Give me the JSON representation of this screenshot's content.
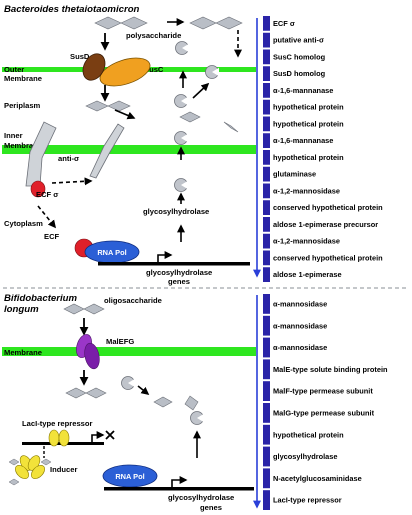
{
  "sections": {
    "bt": {
      "title": "Bacteroides thetaiotaomicron",
      "labels": {
        "polysaccharide": "polysaccharide",
        "outer_membrane_1": "Outer",
        "outer_membrane_2": "Membrane",
        "susd": "SusD",
        "susc": "SusC",
        "periplasm": "Periplasm",
        "inner_membrane_1": "Inner",
        "inner_membrane_2": "Membrane",
        "anti_sigma": "anti-σ",
        "ecf_sigma": "ECF σ",
        "cytoplasm": "Cytoplasm",
        "ecf": "ECF",
        "rna_pol": "RNA Pol",
        "glycosylhydrolase": "glycosylhydrolase",
        "genes_1": "glycosylhydrolase",
        "genes_2": "genes"
      },
      "genes": [
        "ECF σ",
        "putative anti-σ",
        "SusC homolog",
        "SusD homolog",
        "α-1,6-mannanase",
        "hypothetical protein",
        "hypothetical protein",
        "α-1,6-mannanase",
        "hypothetical protein",
        "glutaminase",
        "α-1,2-mannosidase",
        "conserved hypothetical protein",
        "aldose 1-epimerase precursor",
        "α-1,2-mannosidase",
        "conserved hypothetical protein",
        "aldose 1-epimerase"
      ]
    },
    "bl": {
      "title_1": "Bifidobacterium",
      "title_2": "longum",
      "labels": {
        "oligosaccharide": "oligosaccharide",
        "membrane": "Membrane",
        "malefg": "MalEFG",
        "laci": "LacI-type repressor",
        "inducer": "Inducer",
        "rna_pol": "RNA Pol",
        "genes_1": "glycosylhydrolase",
        "genes_2": "genes"
      },
      "genes": [
        "α-mannosidase",
        "α-mannosidase",
        "α-mannosidase",
        "MalE-type solute binding protein",
        "MalF-type permease subunit",
        "MalG-type permease subunit",
        "hypothetical protein",
        "glycosylhydrolase",
        "N-acetylglucosaminidase",
        "LacI-type repressor"
      ]
    }
  },
  "colors": {
    "membrane": "#2ee61f",
    "gene_block": "#2a24a8",
    "susd": "#7a3e12",
    "susc": "#f0a020",
    "anti_sigma": "#cfd3d8",
    "ecf_sigma": "#e0202a",
    "rna_pol": "#2b5fd6",
    "malefg": "#9a36c8",
    "repressor": "#f2e23a",
    "glycan": "#b9bec6"
  }
}
